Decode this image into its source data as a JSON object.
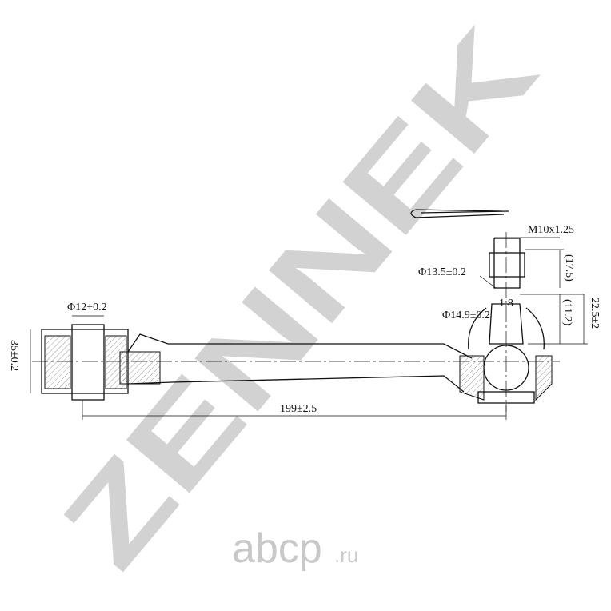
{
  "watermark": {
    "brand": "ZENNEK"
  },
  "logo": {
    "name": "abcp",
    "tld": ".ru"
  },
  "dimensions": {
    "thread": "M10x1.25",
    "height_17_5": "(17.5)",
    "dia_13_5": "Φ13.5±0.2",
    "taper": "1:8",
    "height_11_2": "(11.2)",
    "dia_14_9": "Φ14.9±0.2",
    "height_22_5": "22.5±2",
    "bushing_dia": "Φ12+0.2",
    "bushing_width": "35±0.2",
    "length": "199±2.5"
  },
  "colors": {
    "line": "#111111",
    "watermark": "#d2d2d2"
  }
}
